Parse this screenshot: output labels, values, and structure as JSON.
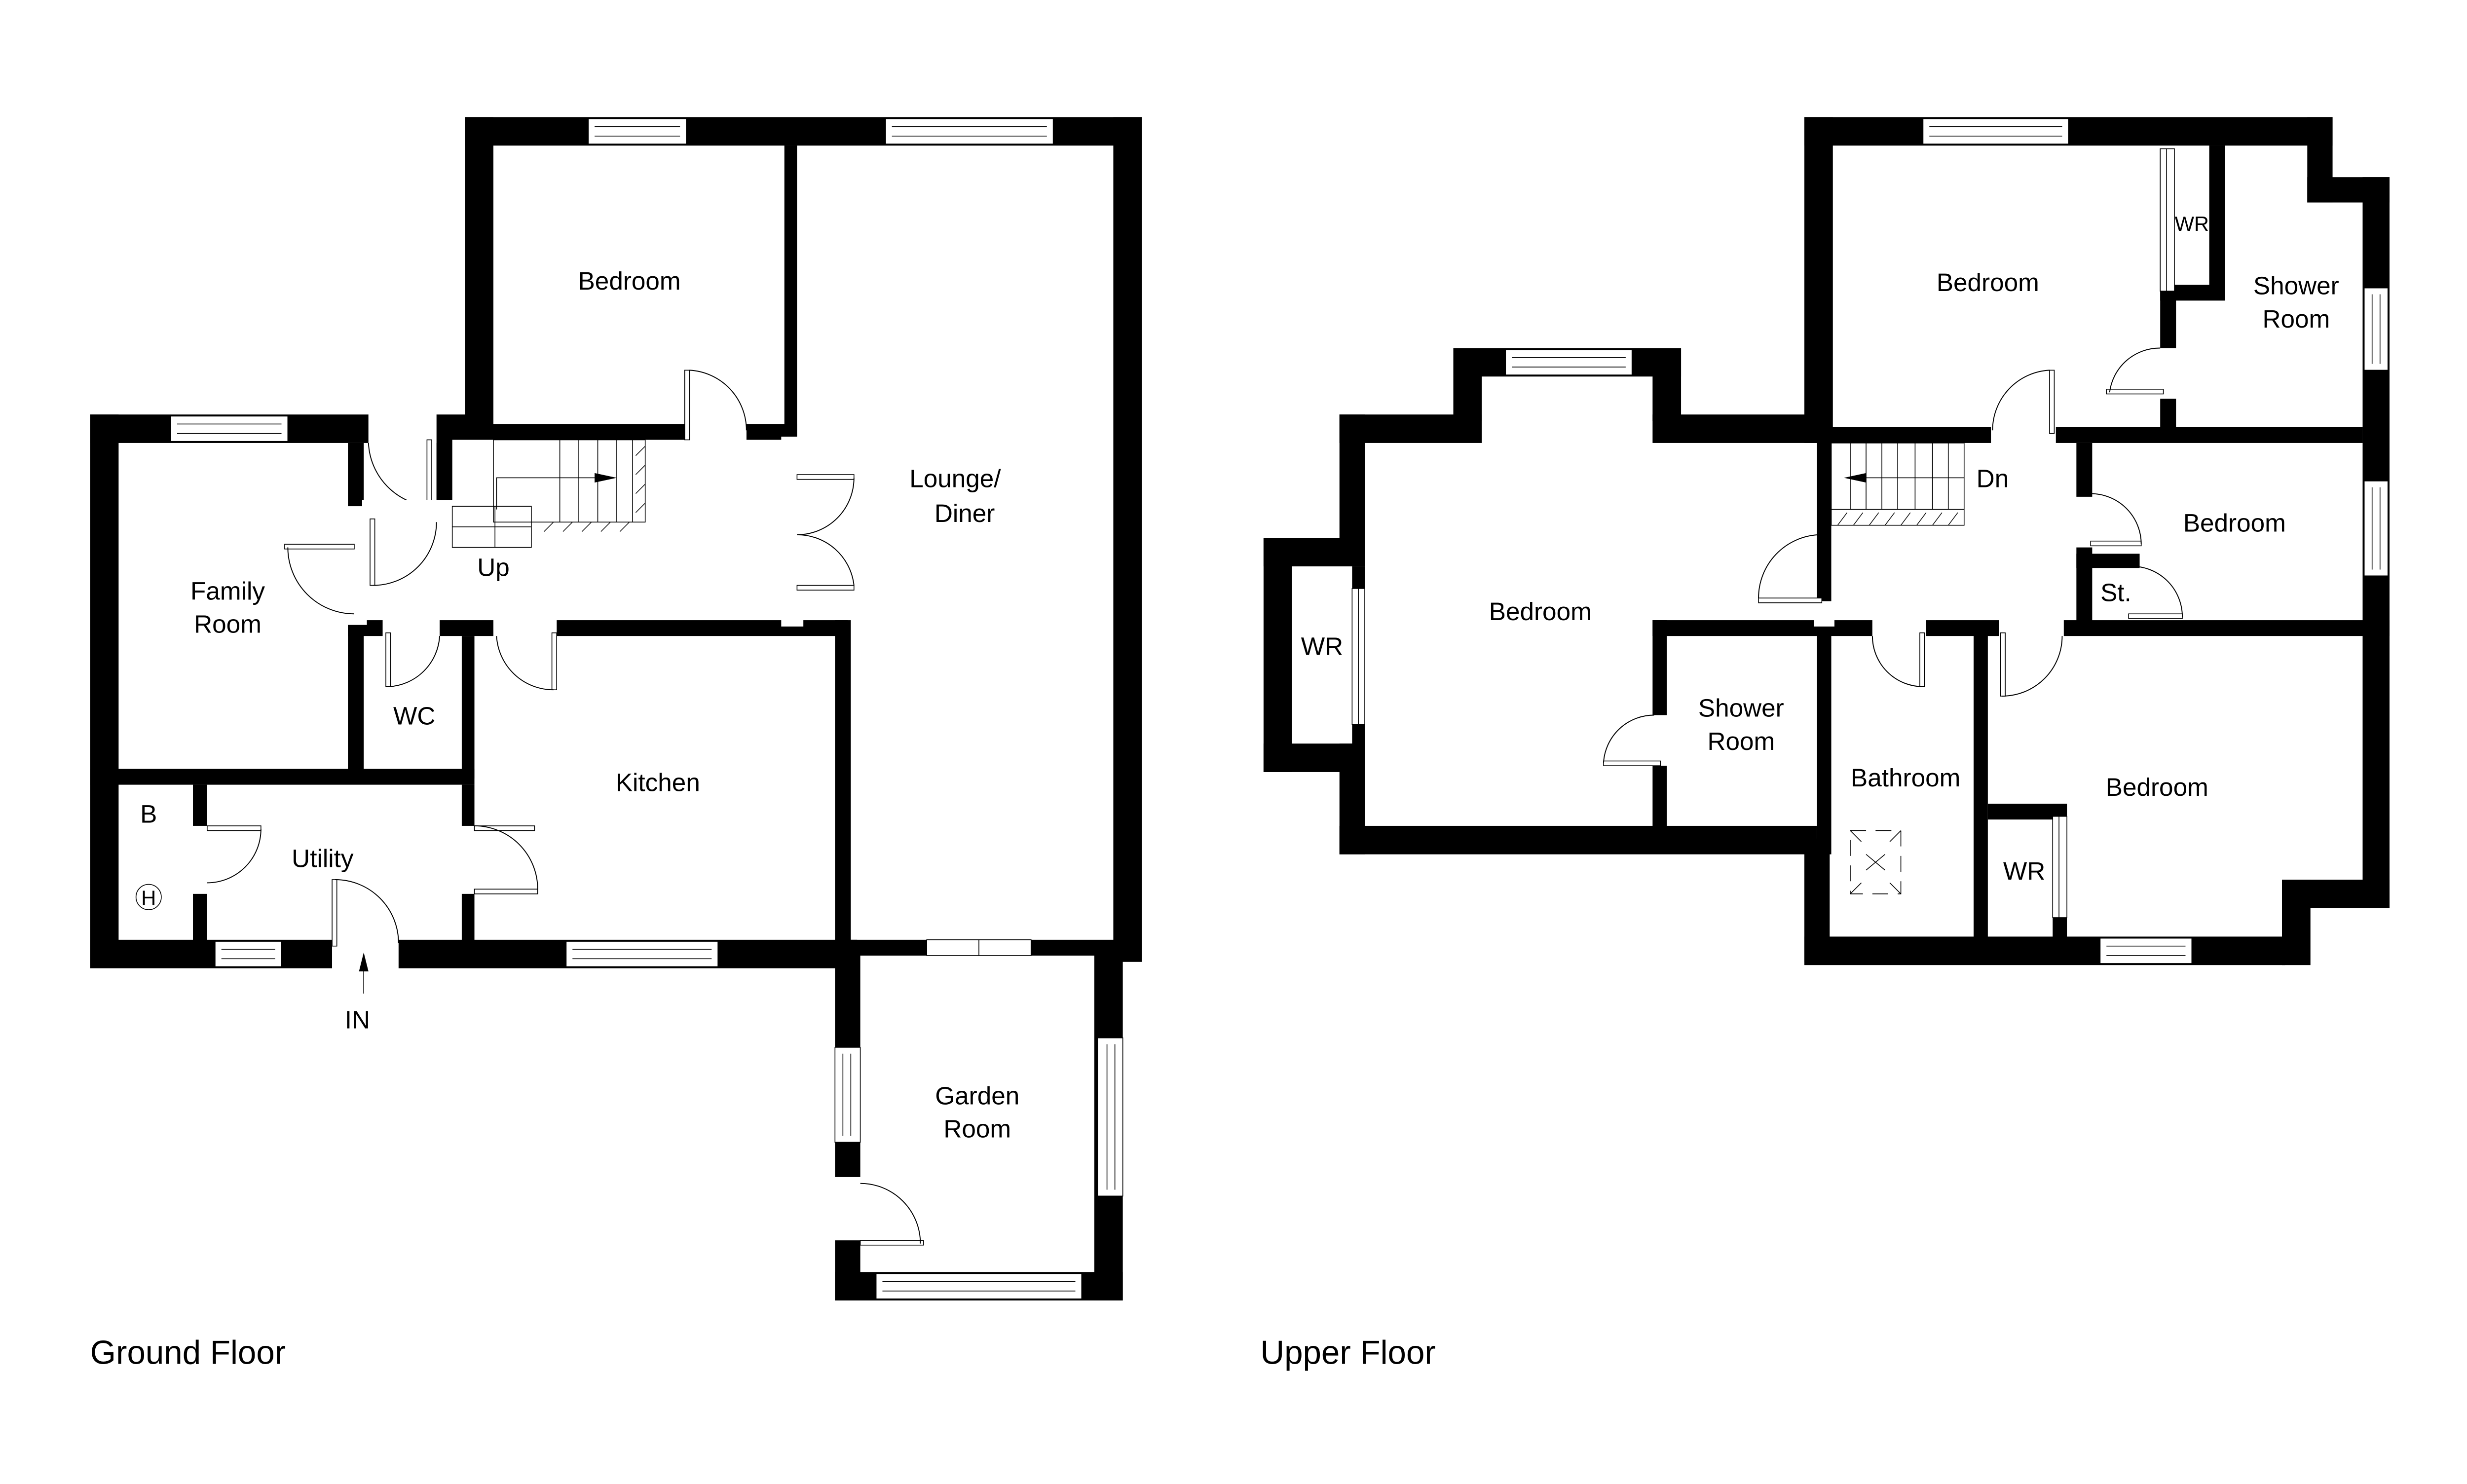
{
  "floors": {
    "ground": {
      "title": "Ground Floor",
      "rooms": {
        "bedroom": "Bedroom",
        "lounge_line1": "Lounge/",
        "lounge_line2": "Diner",
        "family_line1": "Family",
        "family_line2": "Room",
        "wc": "WC",
        "kitchen": "Kitchen",
        "utility": "Utility",
        "boiler": "B",
        "heater": "H",
        "garden_line1": "Garden",
        "garden_line2": "Room"
      },
      "stairs_label": "Up",
      "entrance_label": "IN"
    },
    "upper": {
      "title": "Upper Floor",
      "rooms": {
        "bedroom_main": "Bedroom",
        "wardrobe_left": "WR",
        "shower_left_line1": "Shower",
        "shower_left_line2": "Room",
        "bathroom": "Bathroom",
        "bedroom_top": "Bedroom",
        "wardrobe_top": "WR",
        "shower_right_line1": "Shower",
        "shower_right_line2": "Room",
        "bedroom_right": "Bedroom",
        "store": "St.",
        "bedroom_bottom": "Bedroom",
        "wardrobe_bottom": "WR"
      },
      "stairs_label": "Dn"
    }
  }
}
